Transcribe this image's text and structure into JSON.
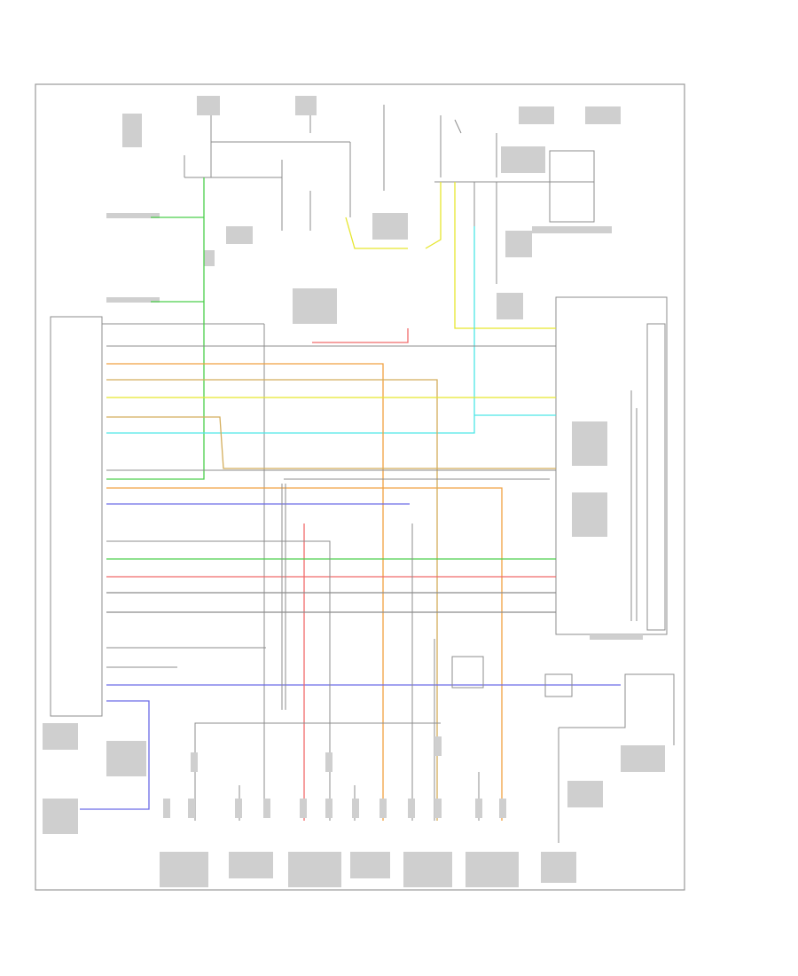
{
  "colors": {
    "green": "#4ccf4c",
    "yellow": "#e6e62e",
    "orange": "#f0a040",
    "tan": "#d4ae5c",
    "cyan": "#4ee6e6",
    "blue": "#6a6ae6",
    "red": "#f06a6a",
    "gray": "#8c8c8c",
    "light_gray": "#c8c8c8"
  },
  "wires": [
    {
      "name": "wire-green-trunk",
      "color": "green"
    },
    {
      "name": "wire-yellow-cnx",
      "color": "yellow"
    },
    {
      "name": "wire-cyan",
      "color": "cyan"
    },
    {
      "name": "wire-orange-a",
      "color": "orange"
    },
    {
      "name": "wire-orange-b",
      "color": "orange"
    },
    {
      "name": "wire-tan-a",
      "color": "tan"
    },
    {
      "name": "wire-tan-b",
      "color": "tan"
    },
    {
      "name": "wire-yellow-pin",
      "color": "yellow"
    },
    {
      "name": "wire-blue-a",
      "color": "blue"
    },
    {
      "name": "wire-blue-b",
      "color": "blue"
    },
    {
      "name": "wire-blue-c",
      "color": "blue"
    },
    {
      "name": "wire-red-a",
      "color": "red"
    },
    {
      "name": "wire-red-b",
      "color": "red"
    },
    {
      "name": "wire-red-c",
      "color": "red"
    },
    {
      "name": "wire-green-b",
      "color": "green"
    },
    {
      "name": "wire-gray-a",
      "color": "gray"
    },
    {
      "name": "wire-gray-b",
      "color": "gray"
    }
  ]
}
